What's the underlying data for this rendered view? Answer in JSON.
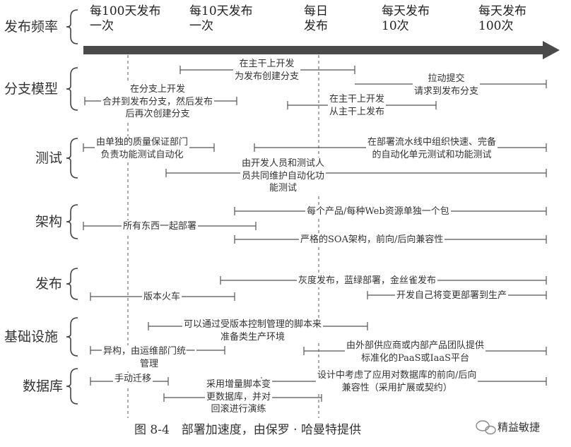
{
  "rows": {
    "frequency": "发布频率",
    "branching": "分支模型",
    "testing": "测试",
    "architecture": "架构",
    "release": "发布",
    "infrastructure": "基础设施",
    "database": "数据库"
  },
  "frequency_ticks": {
    "every_100_days": "每100天发布\n一次",
    "every_10_days": "每10天发布\n一次",
    "daily": "每日\n发布",
    "ten_per_day": "每天发布\n10次",
    "hundred_per_day": "每天发布\n100次"
  },
  "practices": {
    "branch_feature": "在分支上开发\n合并到发布分支，然后发布\n后再次创建分支",
    "branch_trunk_release": "在主干上开发\n为发布创建分支",
    "branch_trunk": "在主干上开发\n从主干上发布",
    "branch_pull": "拉动提交\n请求到发布分支",
    "test_qa": "由单独的质量保证部门\n负责功能测试自动化",
    "test_shared": "由开发人员和测试人\n员共同维护自动化功\n能测试",
    "test_pipeline": "在部署流水线中组织快速、完备\n的自动化单元测试和功能测试",
    "arch_all": "所有东西一起部署",
    "arch_package": "每个产品/每种Web资源单独一个包",
    "arch_soa": "严格的SOA架构，前向/后向兼容性",
    "rel_train": "版本火车",
    "rel_canary": "灰度发布，蓝绿部署，金丝雀发布",
    "rel_self": "开发自己将变更部署到生产",
    "infra_ops": "异构，由运维部门统一\n管理",
    "infra_vc": "可以通过受版本控制管理的脚本来\n准备类生产环境",
    "infra_paas": "由外部供应商或内部产品团队提供\n标准化的PaaS或IaaS平台",
    "db_manual": "手动迁移",
    "db_incremental": "采用增量脚本变\n更数据库，并对\n回滚进行演练",
    "db_compat": "设计中考虑了应用对数据库的前向/后向\n兼容性（采用扩展或契约）"
  },
  "caption": "图 8-4　部署加速度，由保罗 · 哈曼特提供",
  "watermark": "精益敏捷",
  "colors": {
    "arrow": "#4a4a4a",
    "ink": "#333333",
    "dash": "#555555"
  }
}
